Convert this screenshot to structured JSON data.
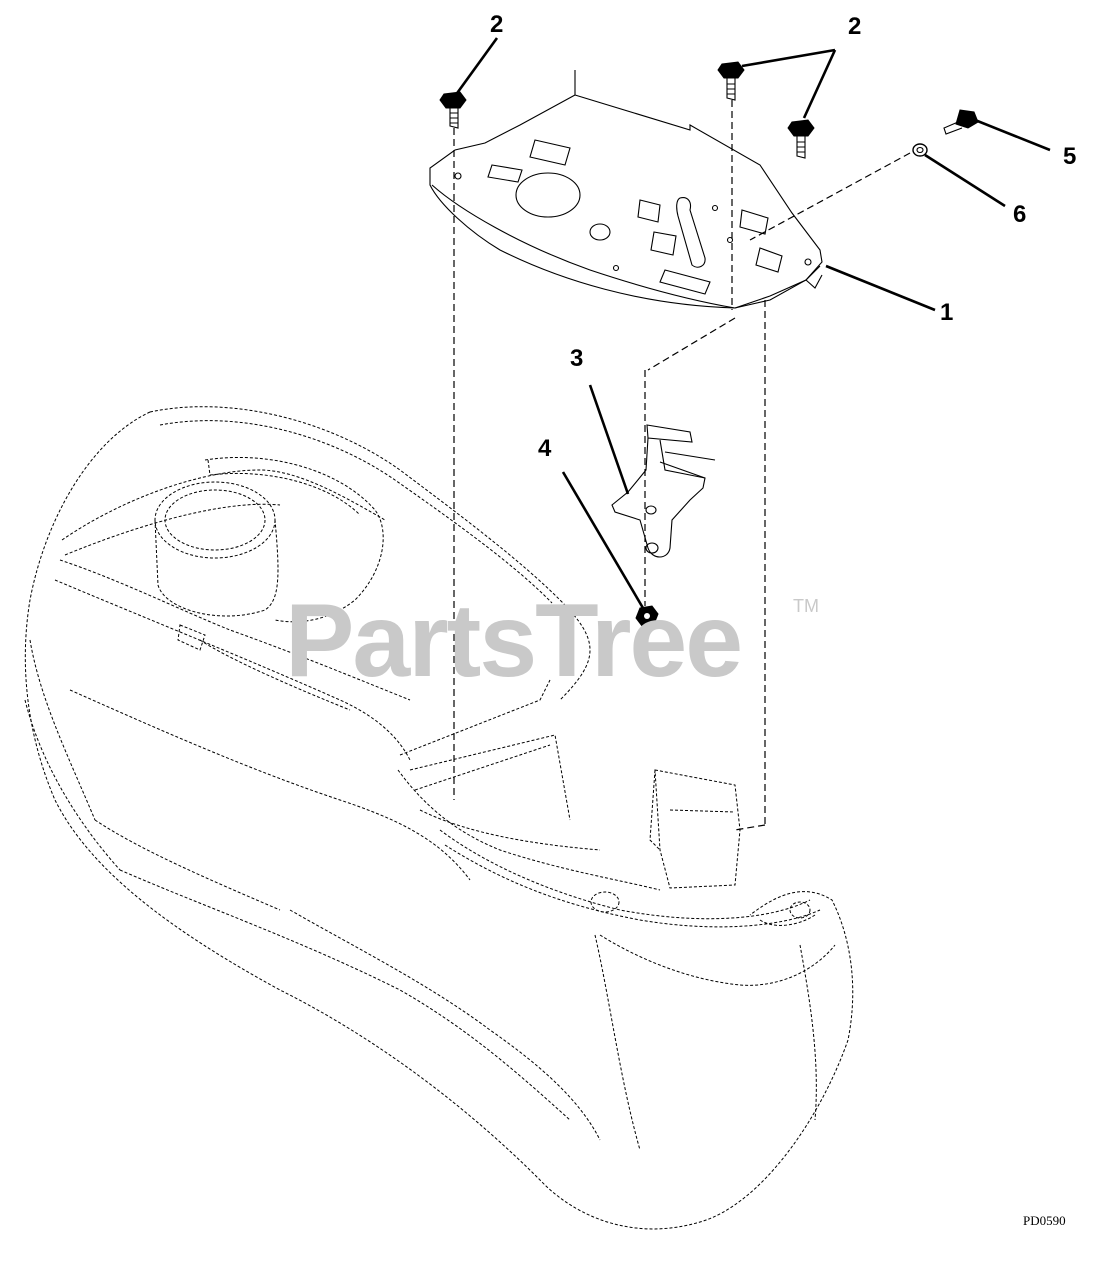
{
  "callouts": {
    "c1": "1",
    "c2a": "2",
    "c2b": "2",
    "c3": "3",
    "c4": "4",
    "c5": "5",
    "c6": "6"
  },
  "watermark": {
    "brand": "PartsTree",
    "tm": "TM"
  },
  "reference_code": "PD0590"
}
